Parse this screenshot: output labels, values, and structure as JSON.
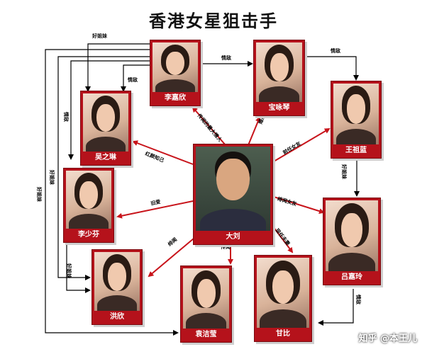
{
  "title": "香港女星狙击手",
  "watermark": "知乎 @本王儿",
  "colors": {
    "node_frame": "#b5121b",
    "red_edge": "#c8141b",
    "black_edge": "#000000"
  },
  "nodes": {
    "li_jiaxin": "李嘉欣",
    "bao_yunan": "宝咏琴",
    "wang_zulan": "王祖蓝",
    "wu_zhilin": "吴之琳",
    "liu": "大刘",
    "li_shaofen": "李少芬",
    "lu_jialing": "吕嘉玲",
    "hong_xin": "洪欣",
    "gan_bi": "甘比",
    "yuan_jieying": "袁洁莹"
  },
  "edge_labels": {
    "top_left_loop": "好姐妹",
    "li_to_bao": "情敌",
    "bao_to_wang": "情敌",
    "li_to_wu": "情敌",
    "liu_to_li": "传闻的最大情人",
    "liu_to_bao": "婚后情人",
    "liu_to_wu": "红颜知己",
    "liu_to_wang": "前任女友",
    "liu_to_lisf": "旧爱",
    "liu_to_lu": "绯闻女友",
    "liu_to_gan": "现任夫妻",
    "liu_to_hong": "绯闻",
    "liu_to_yuan": "传闻",
    "wang_to_lu": "好姐妹",
    "lu_to_gan": "情敌",
    "left_outer": "好姐妹",
    "left_mid": "好姐妹",
    "left_inner": "情敌",
    "lisf_to_hong": "好姐妹"
  }
}
